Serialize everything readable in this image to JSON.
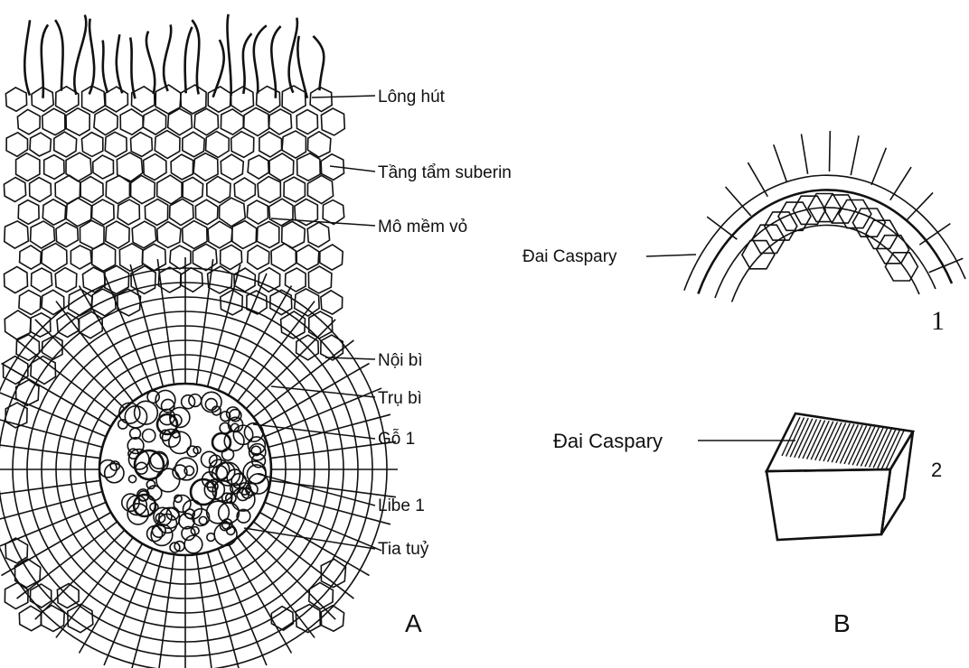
{
  "figure_a": {
    "panel_label": "A",
    "labels": {
      "root_hair": "Lông hút",
      "suberin_layer": "Tầng tẩm suberin",
      "cortex_parenchyma": "Mô mềm vỏ",
      "endodermis": "Nội bì",
      "pericycle": "Trụ bì",
      "primary_xylem": "Gỗ 1",
      "primary_phloem": "Libe 1",
      "medullary_ray": "Tia tuỷ"
    }
  },
  "figure_b": {
    "panel_label": "B",
    "part1": {
      "number": "1",
      "label": "Đai Caspary"
    },
    "part2": {
      "number": "2",
      "label": "Đai Caspary"
    }
  }
}
